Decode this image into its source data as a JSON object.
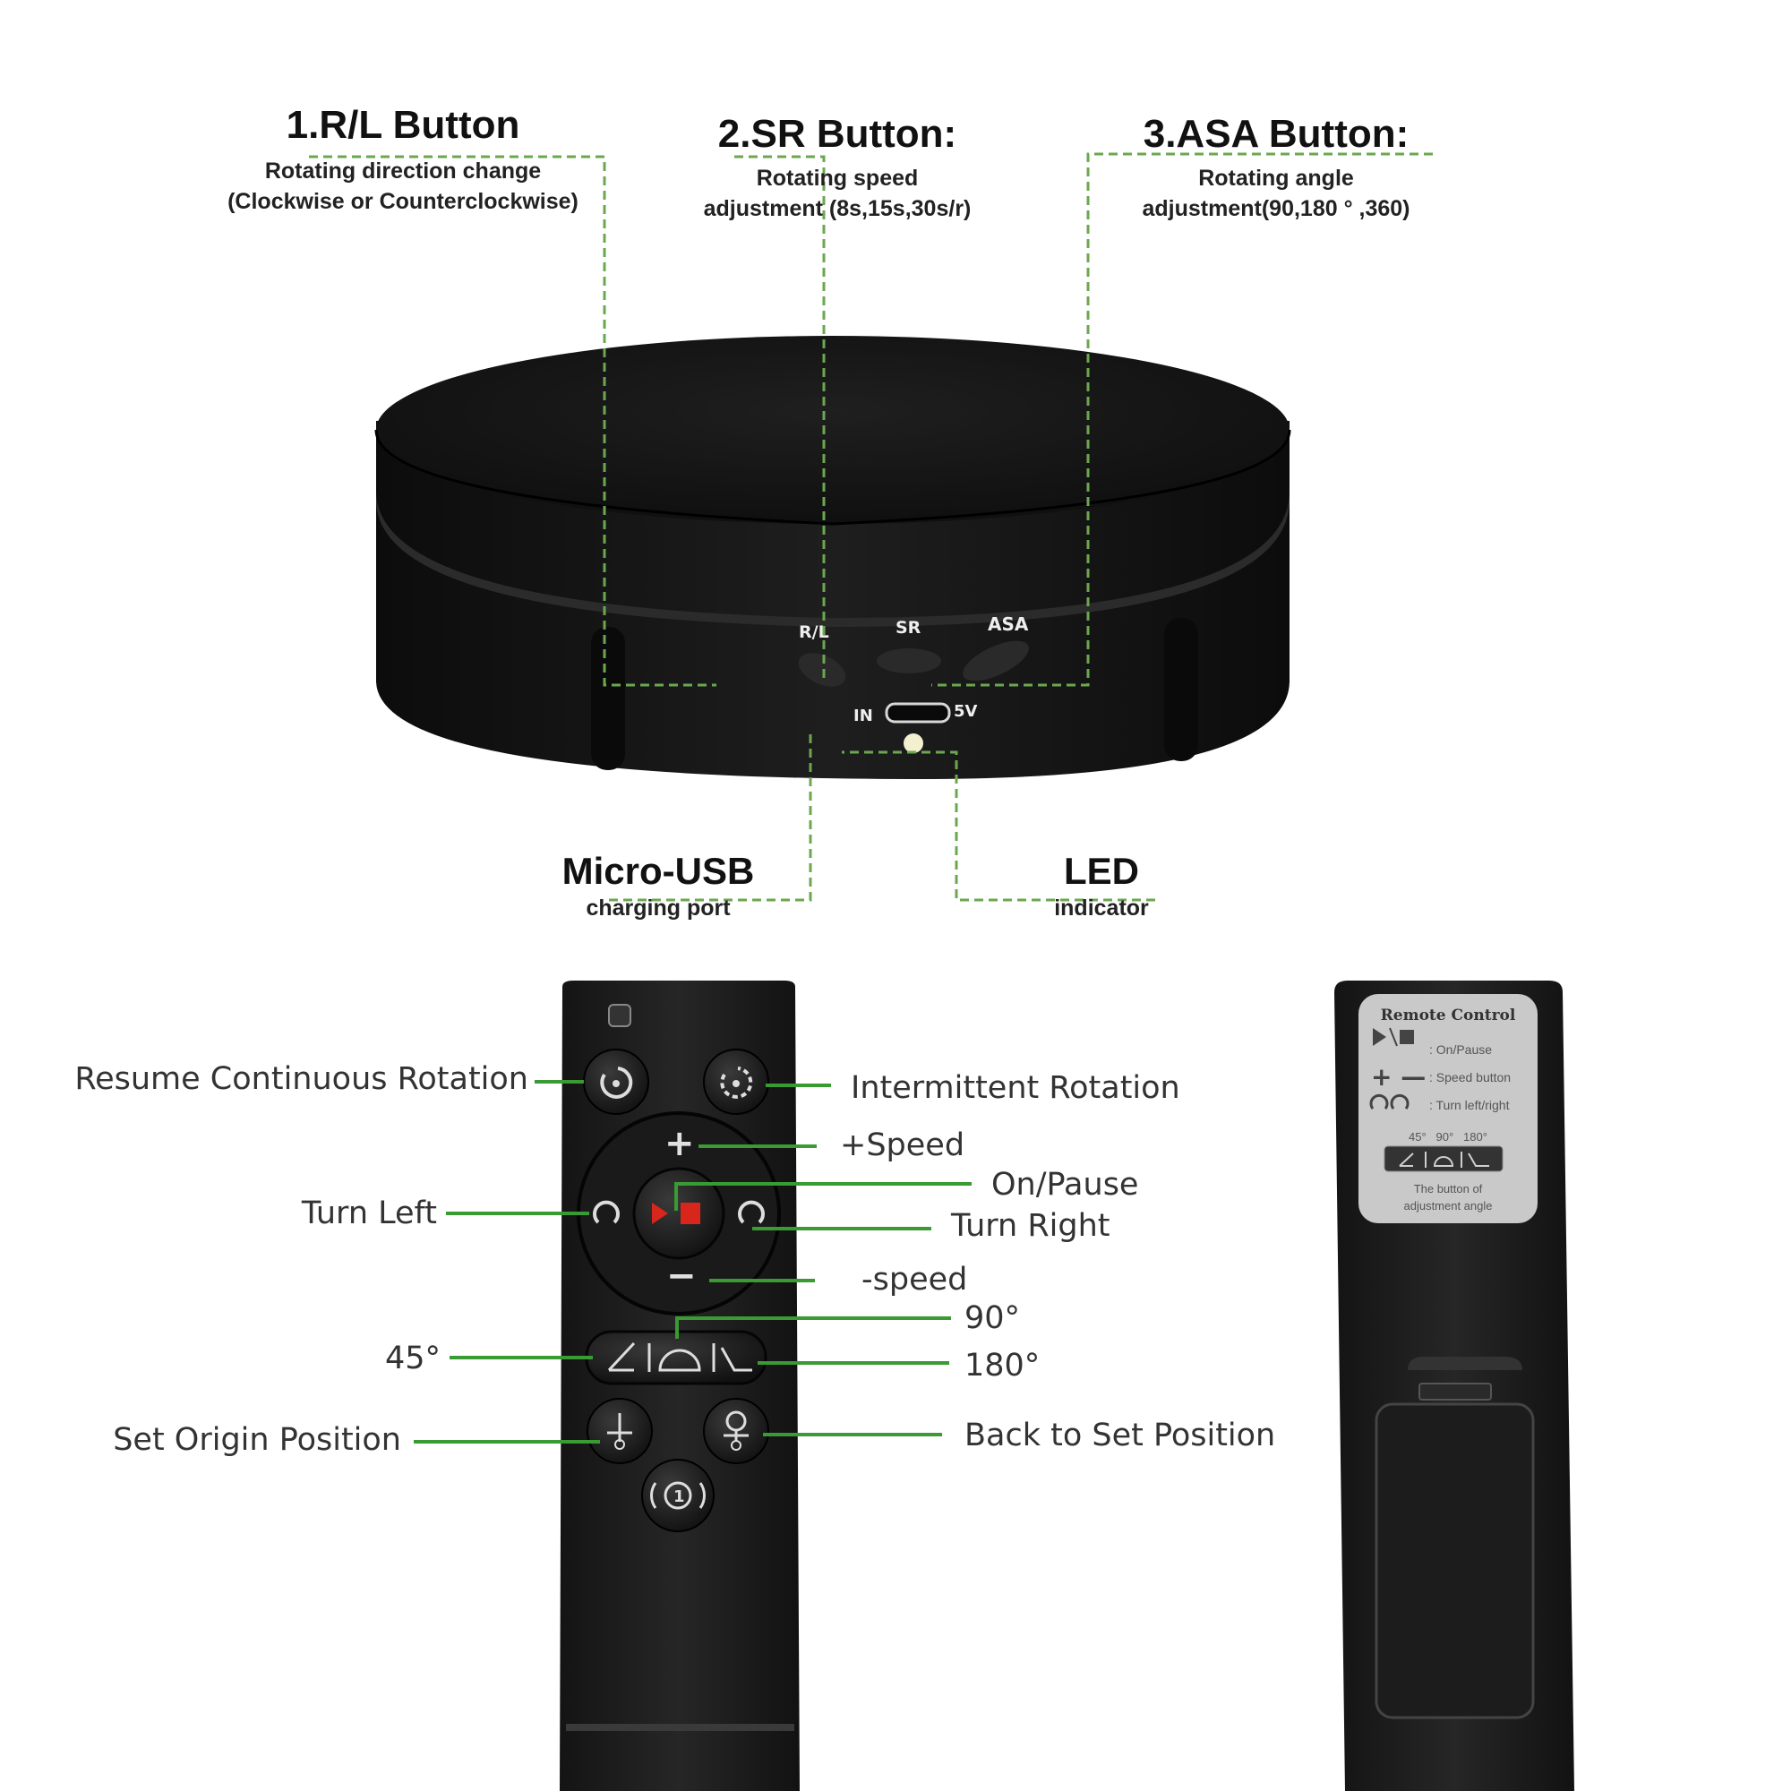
{
  "device": {
    "rl_button": {
      "title": "1.R/L Button",
      "desc1": "Rotating direction change",
      "desc2": "(Clockwise or Counterclockwise)"
    },
    "sr_button": {
      "title": "2.SR Button:",
      "desc1": "Rotating speed",
      "desc2": "adjustment  (8s,15s,30s/r)"
    },
    "asa_button": {
      "title": "3.ASA Button:",
      "desc1": "Rotating angle",
      "desc2": "adjustment(90,180 ° ,360)"
    },
    "micro_usb": {
      "title": "Micro-USB",
      "sub": "charging port"
    },
    "led": {
      "title": "LED",
      "sub": "indicator"
    },
    "body_labels": {
      "rl": "R/L",
      "sr": "SR",
      "asa": "ASA",
      "in": "IN",
      "v5": "5V"
    }
  },
  "remote_labels": {
    "resume": "Resume Continuous Rotation",
    "intermittent": "Intermittent Rotation",
    "speed_up": "+Speed",
    "on_pause": "On/Pause",
    "turn_left": "Turn Left",
    "turn_right": "Turn Right",
    "speed_down": "-speed",
    "deg90": "90°",
    "deg45": "45°",
    "deg180": "180°",
    "set_origin": "Set Origin Position",
    "back_to_set": "Back to Set Position"
  },
  "remote_back": {
    "title": "Remote  Control",
    "row1": ": On/Pause",
    "row2": ": Speed button",
    "row3": ": Turn left/right",
    "angles": "45°   90°   180°",
    "footer1": "The button of",
    "footer2": "adjustment angle"
  },
  "colors": {
    "leader_dashed": "#6aa84f",
    "leader_solid": "#3a9a34",
    "device_black": "#161616",
    "play_red": "#d9261c"
  }
}
